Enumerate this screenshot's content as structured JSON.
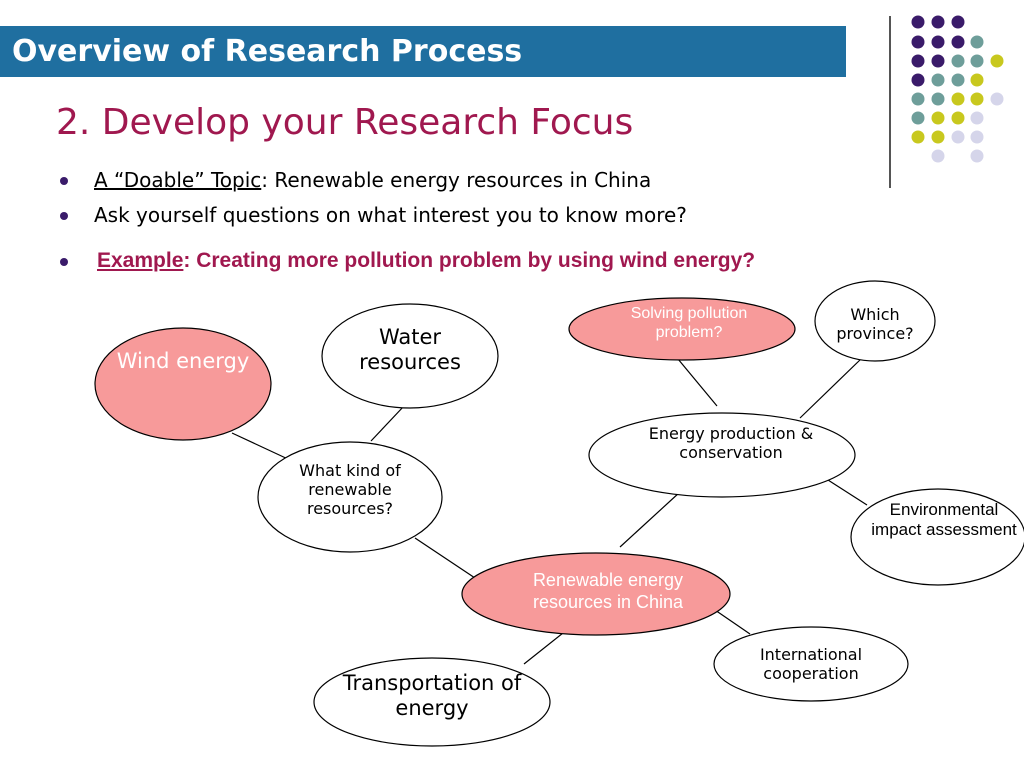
{
  "slide": {
    "title": "Overview of Research Process",
    "heading": "2. Develop your Research Focus",
    "bullets": {
      "b1_link": "A “Doable” Topic",
      "b1_rest": ": Renewable energy resources in China",
      "b2": "Ask yourself questions on what interest you to know more?",
      "b3_link": "Example",
      "b3_rest": ": Creating more pollution problem by using wind energy?"
    }
  },
  "colors": {
    "title_bar": "#1F6FA0",
    "heading": "#A0184F",
    "highlight_fill": "#F79A9A",
    "dot_purple": "#3A1B6A",
    "dot_teal": "#6E9E9A",
    "dot_yellow": "#C8C81E",
    "dot_lavender": "#D5D5EA"
  },
  "mindmap": {
    "center": "Renewable energy resources in China",
    "what_kind": "What kind of renewable resources?",
    "water": "Water resources",
    "wind": "Wind energy",
    "transport": "Transportation of energy",
    "production": "Energy production & conservation",
    "pollution": "Solving pollution problem?",
    "province": "Which province?",
    "environmental": "Environmental impact assessment",
    "international": "International cooperation"
  }
}
